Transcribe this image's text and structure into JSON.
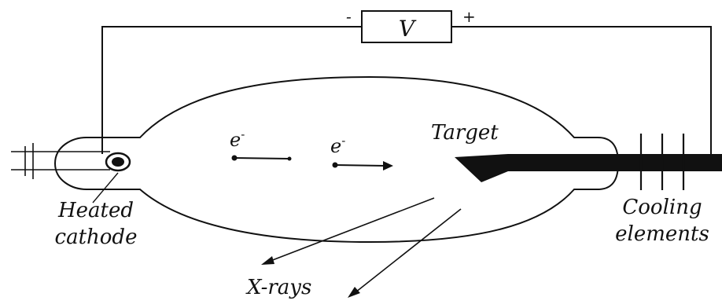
{
  "voltage_label": "V",
  "minus_sign": "-",
  "plus_sign": "+",
  "electron_label": "e",
  "electron_charge": "-",
  "target_label": "Target",
  "cathode_label": [
    "Heated",
    "cathode"
  ],
  "cooling_label": [
    "Cooling",
    "elements"
  ],
  "xray_label": "X-rays"
}
